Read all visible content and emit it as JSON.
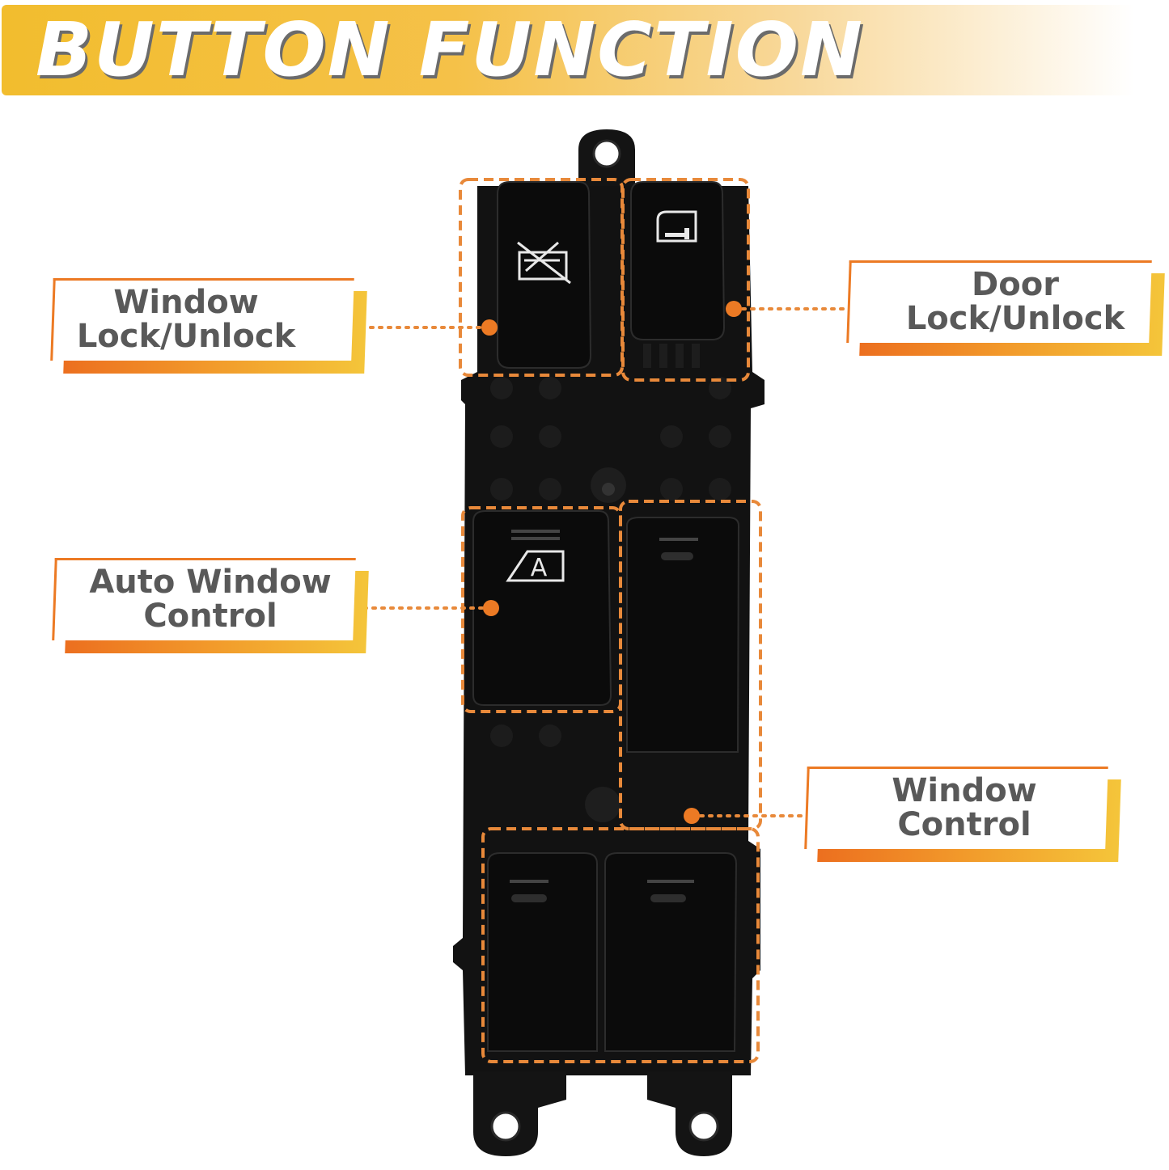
{
  "header": {
    "title": "BUTTON FUNCTION"
  },
  "labels": {
    "window_lock": {
      "line1": "Window",
      "line2": "Lock/Unlock"
    },
    "door_lock": {
      "line1": "Door",
      "line2": "Lock/Unlock"
    },
    "auto_window": {
      "line1": "Auto Window",
      "line2": "Control"
    },
    "window_control": {
      "line1": "Window",
      "line2": "Control"
    }
  },
  "buttons": {
    "auto_window_letter": "A"
  },
  "colors": {
    "accent_orange": "#ec7a24",
    "banner_gold": "#f2bd2e",
    "label_text": "#595959",
    "switch_body": "#0f0f0f"
  },
  "icons": [
    "window-lock-icon",
    "door-lock-icon",
    "auto-window-icon"
  ]
}
